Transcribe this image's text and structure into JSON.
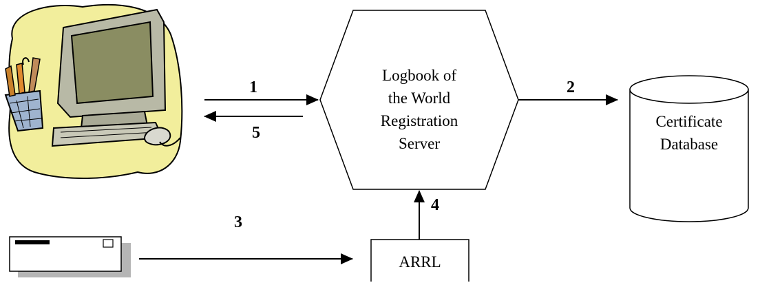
{
  "server": {
    "lines": [
      "Logbook of",
      "the World",
      "Registration",
      "Server"
    ]
  },
  "database": {
    "lines": [
      "Certificate",
      "Database"
    ]
  },
  "arrl": {
    "label": "ARRL"
  },
  "steps": {
    "s1": "1",
    "s2": "2",
    "s3": "3",
    "s4": "4",
    "s5": "5"
  },
  "icons": {
    "computer": "computer-clipart-icon",
    "envelope": "envelope-icon"
  },
  "colors": {
    "blob_fill": "#f2ee9c",
    "blob_stroke": "#000000",
    "monitor": "#b8b9a6",
    "screen": "#8a8d62",
    "shadow": "#b5b5b5"
  }
}
